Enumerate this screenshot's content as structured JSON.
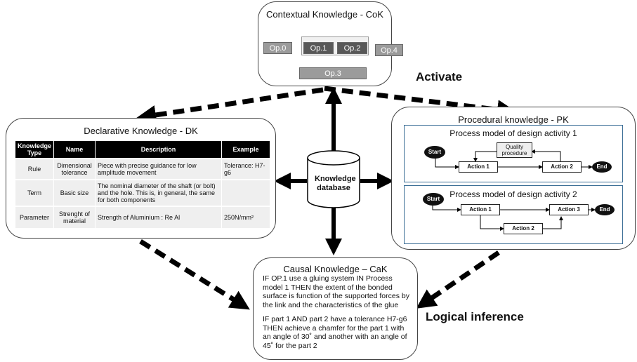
{
  "contextual": {
    "title": "Contextual Knowledge - CoK",
    "ops": [
      "Op.0",
      "Op.1",
      "Op.2",
      "Op.4",
      "Op.3"
    ]
  },
  "labels": {
    "activate": "Activate",
    "logical_inference": "Logical inference"
  },
  "declarative": {
    "title": "Declarative Knowledge - DK",
    "columns": [
      "Knowledge Type",
      "Name",
      "Description",
      "Example"
    ],
    "rows": [
      {
        "type": "Rule",
        "name": "Dimensional tolerance",
        "description": "Piece with precise guidance for low amplitude movement",
        "example": "Tolerance: H7-g6"
      },
      {
        "type": "Term",
        "name": "Basic size",
        "description": "The nominal diameter of the shaft (or bolt) and the hole. This is, in general, the same for both components",
        "example": ""
      },
      {
        "type": "Parameter",
        "name": "Strenght of material",
        "description": "Strength of Aluminium : Re Al",
        "example": "250N/mm²"
      }
    ]
  },
  "database": {
    "label": "Knowledge database"
  },
  "procedural": {
    "title": "Procedural knowledge - PK",
    "model1": {
      "title": "Process model of design activity 1",
      "start": "Start",
      "quality": "Quality procedure",
      "action1": "Action 1",
      "action2": "Action 2",
      "end": "End"
    },
    "model2": {
      "title": "Process model of design activity 2",
      "start": "Start",
      "action1": "Action 1",
      "action2": "Action 2",
      "action3": "Action 3",
      "end": "End"
    }
  },
  "causal": {
    "title": "Causal Knowledge – CaK",
    "paragraphs": [
      "IF OP.1  use a gluing system  IN Process model 1 THEN  the extent  of the bonded surface is function of the supported forces by the link and the characteristics of the glue",
      "IF part 1 AND part 2 have a tolerance  H7-g6 THEN  achieve a chamfer for the part 1 with an angle of 30˚  and another with an angle of 45˚  for the part 2"
    ]
  }
}
